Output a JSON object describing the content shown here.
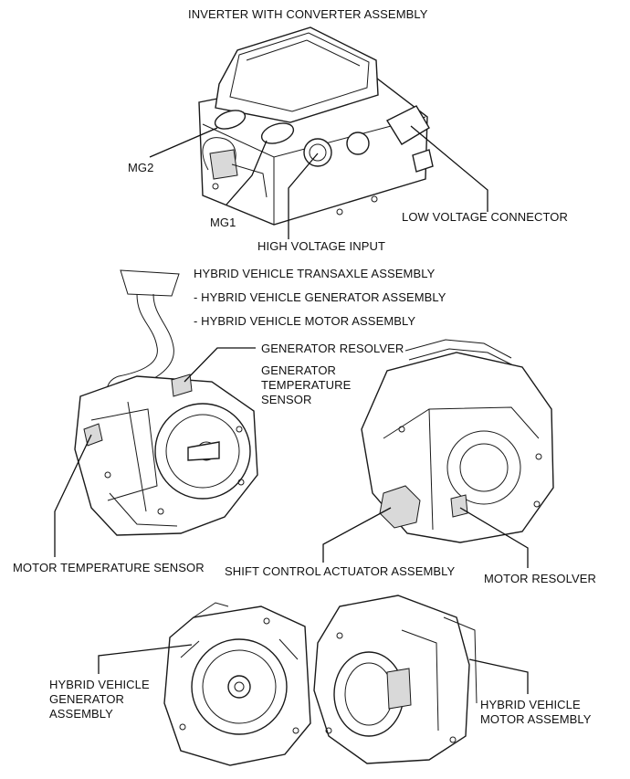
{
  "title": "INVERTER WITH CONVERTER ASSEMBLY",
  "inverter_labels": {
    "mg2": "MG2",
    "mg1": "MG1",
    "high_voltage_input": "HIGH VOLTAGE INPUT",
    "low_voltage_connector": "LOW VOLTAGE CONNECTOR"
  },
  "transaxle": {
    "heading": "HYBRID VEHICLE TRANSAXLE ASSEMBLY",
    "sub_items": [
      "- HYBRID VEHICLE GENERATOR ASSEMBLY",
      "- HYBRID VEHICLE MOTOR ASSEMBLY"
    ],
    "generator_resolver": "GENERATOR RESOLVER",
    "generator_temperature_sensor": [
      "GENERATOR",
      "TEMPERATURE",
      "SENSOR"
    ],
    "motor_temperature_sensor": "MOTOR TEMPERATURE SENSOR",
    "shift_control_actuator": "SHIFT CONTROL ACTUATOR ASSEMBLY",
    "motor_resolver": "MOTOR RESOLVER"
  },
  "assemblies": {
    "generator": [
      "HYBRID VEHICLE",
      "GENERATOR",
      "ASSEMBLY"
    ],
    "motor": [
      "HYBRID VEHICLE",
      "MOTOR ASSEMBLY"
    ]
  }
}
